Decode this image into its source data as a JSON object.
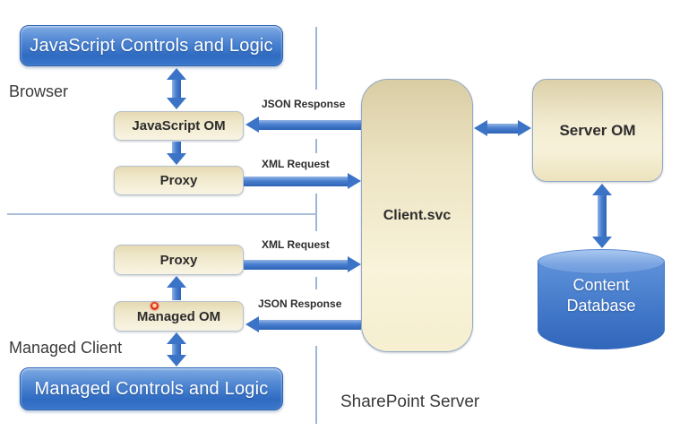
{
  "browser": {
    "section_label": "Browser",
    "controls_box": "JavaScript Controls and Logic",
    "om_box": "JavaScript OM",
    "proxy_box": "Proxy",
    "json_response_label": "JSON Response",
    "xml_request_label": "XML Request"
  },
  "managed": {
    "section_label": "Managed Client",
    "controls_box": "Managed Controls and Logic",
    "om_box": "Managed OM",
    "proxy_box": "Proxy",
    "json_response_label": "JSON Response",
    "xml_request_label": "XML Request"
  },
  "server": {
    "section_label": "SharePoint Server",
    "client_svc_box": "Client.svc",
    "server_om_box": "Server OM",
    "content_database_box": "Content Database"
  },
  "colors": {
    "arrow_blue": "#3b74c6",
    "separator_blue": "#9db5d6",
    "blue_box_top": "#7eaae3",
    "blue_box_bottom": "#2f6cc2",
    "cream_box_top": "#e4d9b2",
    "cream_box_bottom": "#f9f4e3",
    "cylinder_blue": "#4379c9",
    "red_dot": "#e23a22"
  }
}
